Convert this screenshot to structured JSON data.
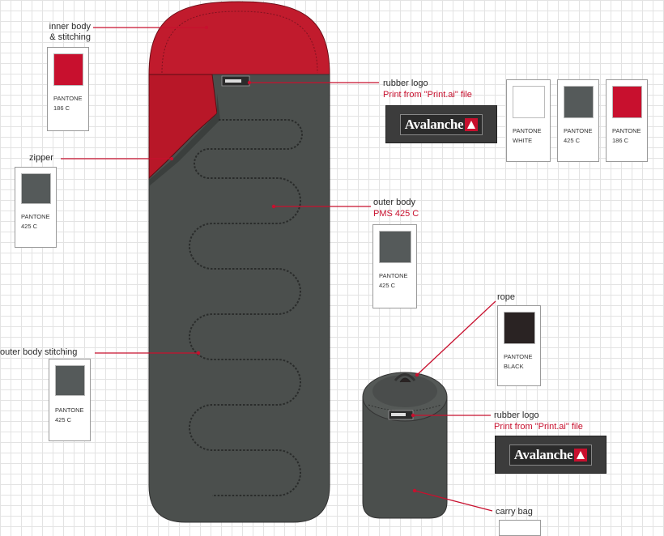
{
  "labels": {
    "inner_body_line1": "inner body",
    "inner_body_line2": "& stitching",
    "zipper": "zipper",
    "outer_body_stitching": "outer body stitching",
    "rubber_logo_top": "rubber logo",
    "print_from_top": "Print from \"Print.ai\" file",
    "outer_body": "outer body",
    "outer_body_pms": "PMS 425 C",
    "rope": "rope",
    "rubber_logo_bottom": "rubber logo",
    "print_from_bottom": "Print from \"Print.ai\" file",
    "carry_bag": "carry bag"
  },
  "swatches": {
    "inner_body": {
      "line1": "PANTONE",
      "line2": "186 C",
      "color": "#c8102e"
    },
    "zipper": {
      "line1": "PANTONE",
      "line2": "425 C",
      "color": "#555a5a"
    },
    "outer_stitching": {
      "line1": "PANTONE",
      "line2": "425 C",
      "color": "#555a5a"
    },
    "outer_body": {
      "line1": "PANTONE",
      "line2": "425 C",
      "color": "#555a5a"
    },
    "logo_white": {
      "line1": "PANTONE",
      "line2": "WHITE",
      "color": "#ffffff"
    },
    "logo_425": {
      "line1": "PANTONE",
      "line2": "425 C",
      "color": "#555a5a"
    },
    "logo_186": {
      "line1": "PANTONE",
      "line2": "186 C",
      "color": "#c8102e"
    },
    "rope": {
      "line1": "PANTONE",
      "line2": "BLACK",
      "color": "#2a2323"
    }
  },
  "logo": {
    "brand": "Avalanche"
  },
  "colors": {
    "body_gray": "#4b4f4d",
    "accent_red": "#c8102e",
    "grid": "#e3e3e3"
  }
}
